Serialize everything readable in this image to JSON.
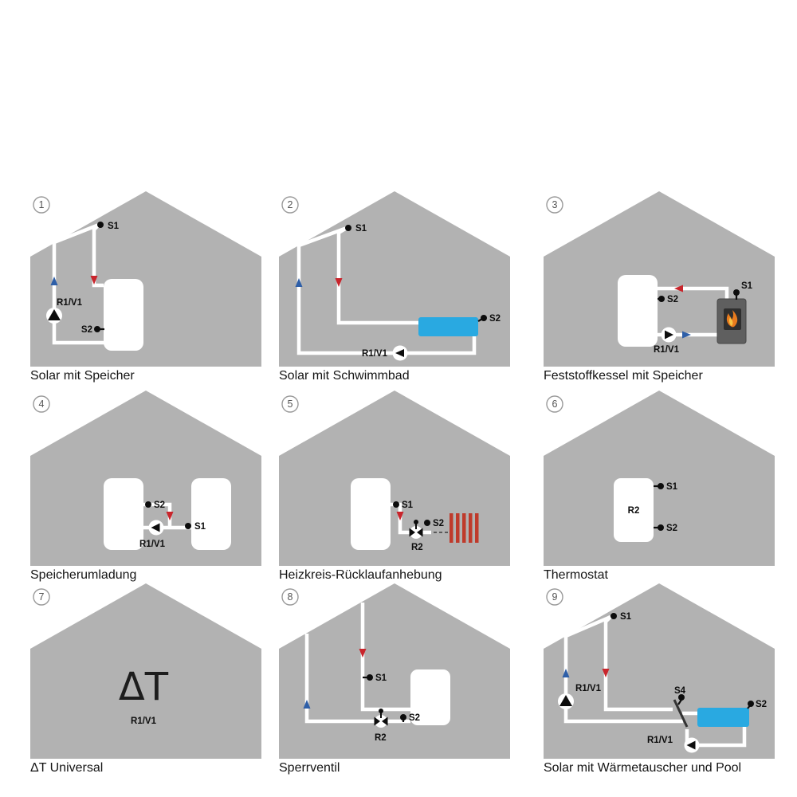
{
  "colors": {
    "house": "#b2b2b2",
    "pipe": "#ffffff",
    "flow_hot": "#c9252c",
    "flow_cold": "#2e5fa8",
    "pool": "#29a9e1",
    "radiator": "#bf3a2b",
    "boiler": "#5f5f5f"
  },
  "panels": [
    {
      "number": "1",
      "caption": "Solar mit Speicher",
      "labels": {
        "s1": "S1",
        "s2": "S2",
        "r1": "R1/V1"
      }
    },
    {
      "number": "2",
      "caption": "Solar mit Schwimmbad",
      "labels": {
        "s1": "S1",
        "s2": "S2",
        "r1": "R1/V1"
      }
    },
    {
      "number": "3",
      "caption": "Feststoffkessel mit Speicher",
      "labels": {
        "s1": "S1",
        "s2": "S2",
        "r1": "R1/V1"
      }
    },
    {
      "number": "4",
      "caption": "Speicherumladung",
      "labels": {
        "s1": "S1",
        "s2": "S2",
        "r1": "R1/V1"
      }
    },
    {
      "number": "5",
      "caption": "Heizkreis-Rücklaufanhebung",
      "labels": {
        "s1": "S1",
        "s2": "S2",
        "r2": "R2"
      }
    },
    {
      "number": "6",
      "caption": "Thermostat",
      "labels": {
        "s1": "S1",
        "s2": "S2",
        "r2": "R2"
      }
    },
    {
      "number": "7",
      "caption": "ΔT Universal",
      "labels": {
        "dt": "ΔT",
        "r1": "R1/V1"
      }
    },
    {
      "number": "8",
      "caption": "Sperrventil",
      "labels": {
        "s1": "S1",
        "s2": "S2",
        "r2": "R2"
      }
    },
    {
      "number": "9",
      "caption": "Solar mit Wärmetauscher und Pool",
      "labels": {
        "s1": "S1",
        "s2": "S2",
        "s4": "S4",
        "r1": "R1/V1",
        "r1b": "R1/V1"
      }
    }
  ]
}
